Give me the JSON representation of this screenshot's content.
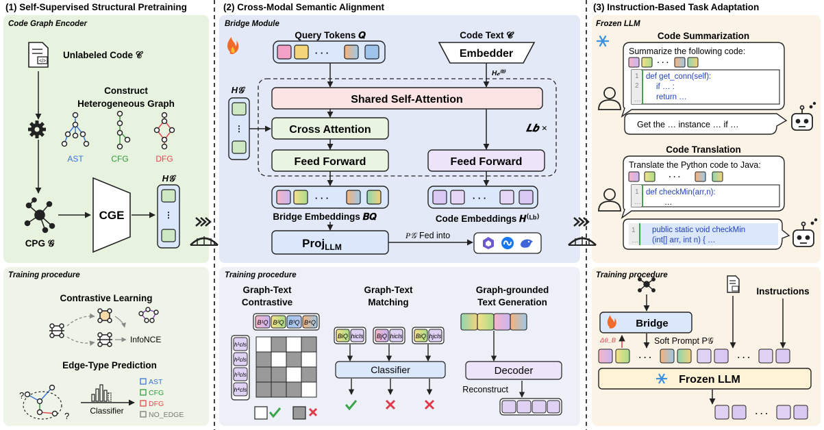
{
  "sections": {
    "left": {
      "title": "(1) Self-Supervised Structural Pretraining",
      "top_caption": "Code Graph Encoder",
      "bottom_caption": "Training procedure"
    },
    "middle": {
      "title": "(2) Cross-Modal Semantic Alignment",
      "top_caption": "Bridge Module",
      "bottom_caption": "Training procedure"
    },
    "right": {
      "title": "(3) Instruction-Based Task Adaptation",
      "top_caption": "Frozen LLM",
      "bottom_caption": "Training procedure"
    }
  },
  "left": {
    "unlabeled_code": "Unlabeled Code 𝒞",
    "construct_line1": "Construct",
    "construct_line2": "Heterogeneous Graph",
    "graphs": [
      "AST",
      "CFG",
      "DFG"
    ],
    "cge": "CGE",
    "cpg": "CPG 𝒢",
    "hg": "H𝒢",
    "contrastive": "Contrastive Learning",
    "infonce": "InfoNCE",
    "edge_type": "Edge-Type Prediction",
    "classifier": "Classifier",
    "edge_labels": [
      "AST",
      "CFG",
      "DFG",
      "NO_EDGE"
    ],
    "question": "?"
  },
  "middle": {
    "query_tokens": "Query Tokens 𝑸",
    "code_text": "Code Text 𝓒",
    "embedder": "Embedder",
    "hc0": "H𝒸⁽⁰⁾",
    "hg": "H𝒢",
    "shared_attn": "Shared Self-Attention",
    "cross_attn": "Cross Attention",
    "ff_left": "Feed Forward",
    "ff_right": "Feed Forward",
    "lb": "𝑳𝒃 ×",
    "bridge_emb": "Bridge Embeddings 𝑩𝑸",
    "code_emb": "Code Embeddings 𝑯⁽ᴸᵇ⁾",
    "proj": "Proj",
    "proj_sub": "LLM",
    "pg": "P𝒢",
    "fed_into": "Fed into",
    "ellipsis": "· · ·",
    "gtc_line1": "Graph-Text",
    "gtc_line2": "Contrastive",
    "gtm_line1": "Graph-Text",
    "gtm_line2": "Matching",
    "ggtg_line1": "Graph-grounded",
    "ggtg_line2": "Text Generation",
    "bq_tokens": [
      "B¹Q",
      "B²Q",
      "B³Q",
      "B⁴Q"
    ],
    "h_tokens": [
      "h¹cls",
      "h²cls",
      "h³cls",
      "h⁴cls"
    ],
    "match_pairs": [
      [
        "BiQ",
        "hicls"
      ],
      [
        "BjQ",
        "hicls"
      ],
      [
        "BiQ",
        "hjcls"
      ]
    ],
    "classifier": "Classifier",
    "decoder": "Decoder",
    "reconstruct": "Reconstruct"
  },
  "right": {
    "code_summ": "Code Summarization",
    "summ_prompt": "Summarize the following code:",
    "summ_code": [
      "def get_conn(self):",
      "if … :",
      "return …",
      "…"
    ],
    "summ_answer": "Get the … instance … if …",
    "code_trans": "Code Translation",
    "trans_prompt": "Translate the Python code to Java:",
    "trans_code": [
      "def checkMin(arr,n):",
      "…"
    ],
    "trans_answer": [
      "public static void checkMin",
      "(int[] arr, int n) { …"
    ],
    "bridge": "Bridge",
    "delta": "Δθ_B",
    "soft_prompt": "Soft Prompt P𝒢",
    "instructions": "Instructions",
    "frozen_llm": "Frozen LLM"
  },
  "colors": {
    "left_top_bg": "#e8f3df",
    "left_bottom_bg": "#eef5e8",
    "mid_top_bg": "#e3e9f6",
    "mid_bottom_bg": "#eef0f8",
    "right_bg": "#fbf3e6",
    "block_pink": "#fce4e4",
    "block_green": "#e9f5e1",
    "block_purple": "#ede4fa",
    "block_blue": "#dbe7fb",
    "ast_blue": "#3b72d9",
    "cfg_green": "#2e9a3a",
    "dfg_red": "#e0474c",
    "check_green": "#3aa54a",
    "cross_red": "#e03a4a"
  }
}
